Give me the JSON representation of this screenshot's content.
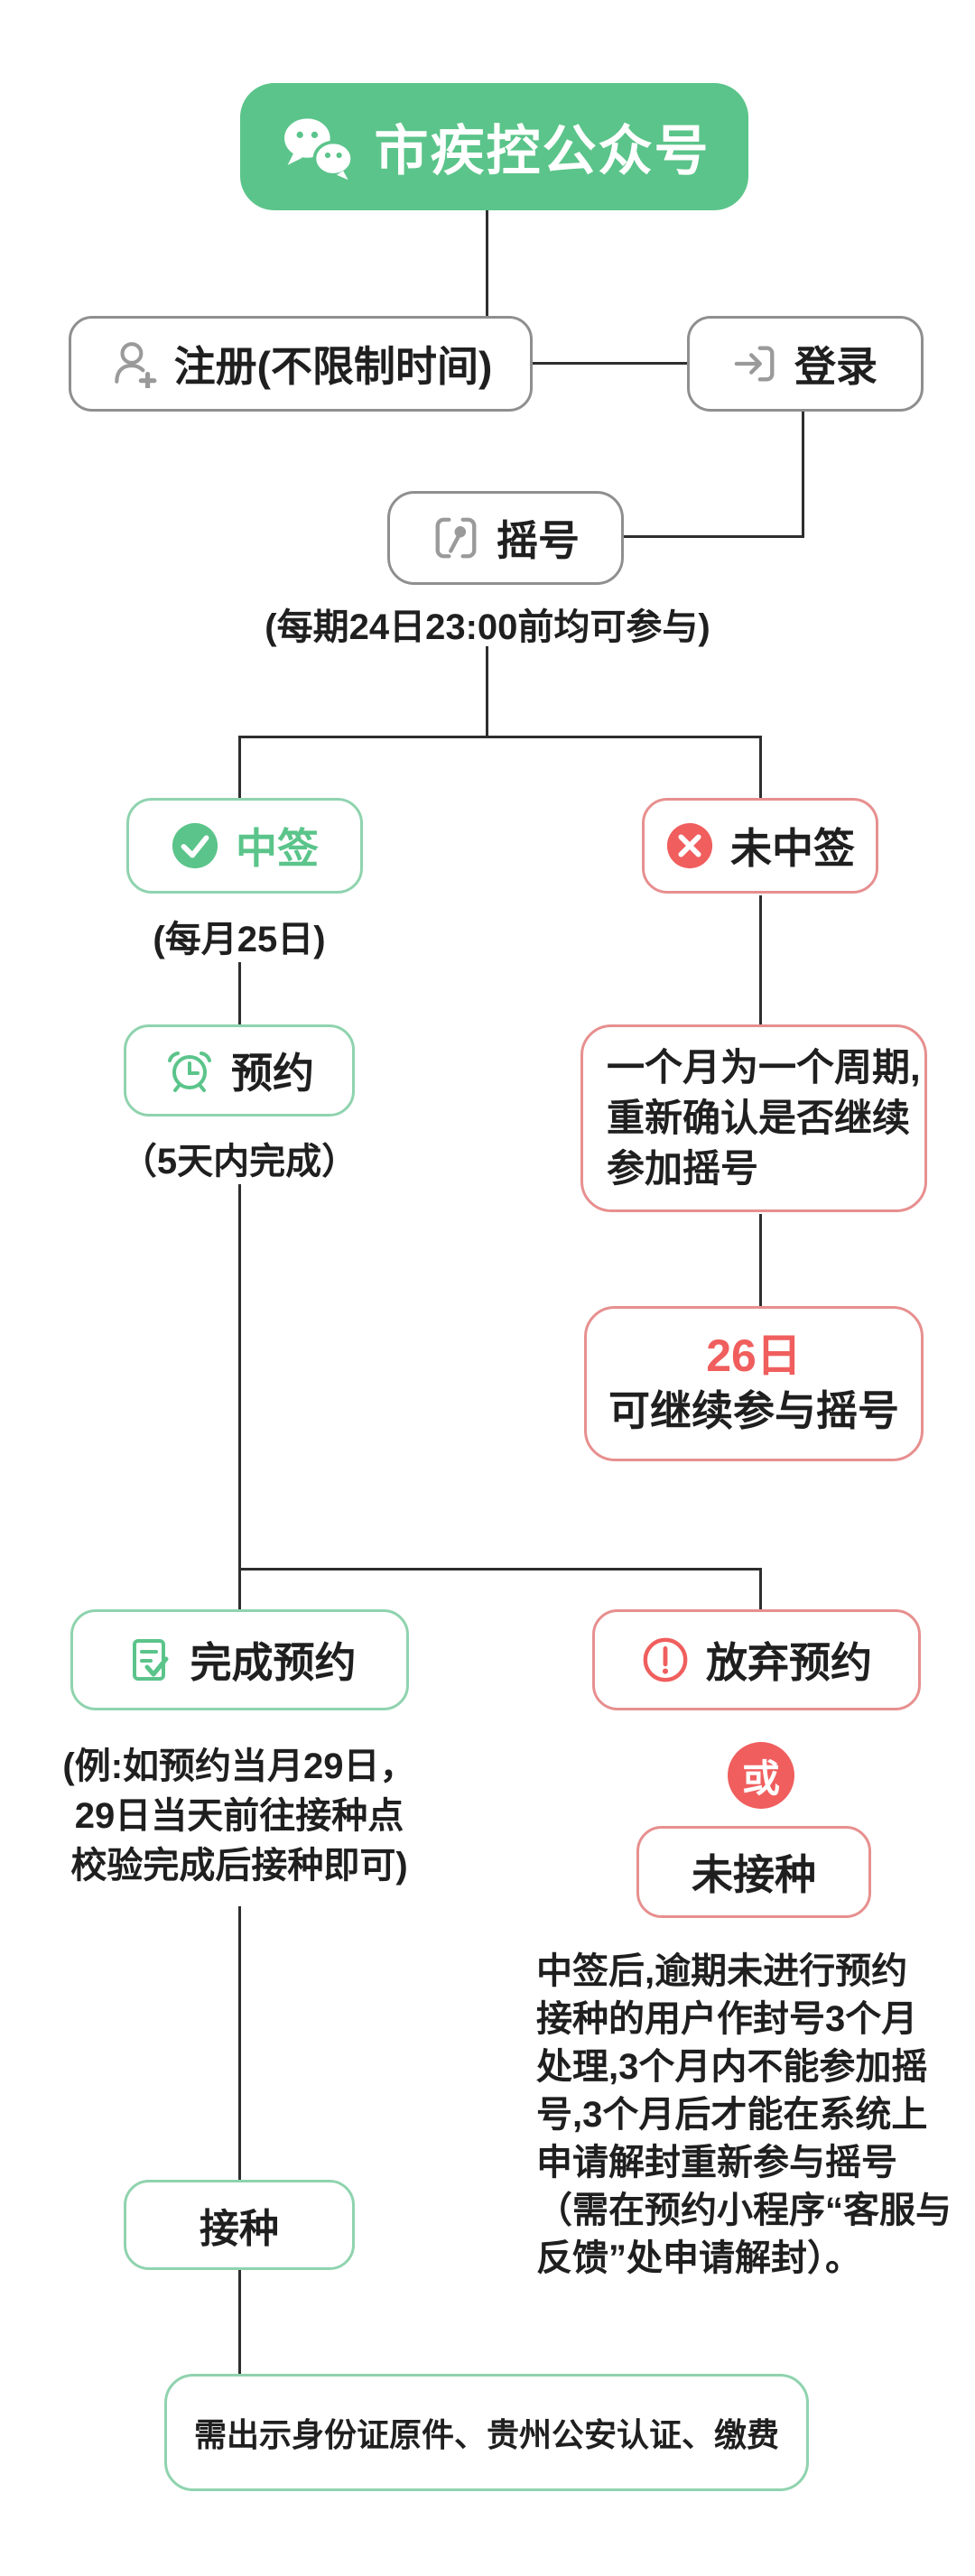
{
  "colors": {
    "green": "#5bc48a",
    "green-border": "#8fd3ae",
    "red": "#f05e5e",
    "red-border": "#e78f8f",
    "gray-border": "#8f8f8f",
    "gray-icon": "#9a9a9a",
    "ink": "#1f1f1f",
    "line": "#2e2e2e",
    "bg": "#ffffff"
  },
  "header": {
    "label": "市疾控公众号",
    "icon": "wechat-icon"
  },
  "nodes": {
    "register": {
      "label": "注册(不限制时间)",
      "icon": "user-plus-icon"
    },
    "login": {
      "label": "登录",
      "icon": "login-arrow-icon"
    },
    "lottery": {
      "label": "摇号",
      "icon": "lottery-pin-icon",
      "caption": "(每期24日23:00前均可参与)"
    },
    "win": {
      "label": "中签",
      "icon": "check-circle-icon",
      "caption": "(每月25日)"
    },
    "lose": {
      "label": "未中签",
      "icon": "x-circle-icon"
    },
    "reserve": {
      "label": "预约",
      "icon": "alarm-clock-icon",
      "caption": "（5天内完成）"
    },
    "cycle_note": {
      "text": "一个月为一个周期,\n重新确认是否继续\n参加摇号"
    },
    "day26": {
      "highlight": "26日",
      "label": "可继续参与摇号"
    },
    "complete": {
      "label": "完成预约",
      "icon": "doc-check-icon",
      "caption": "(例:如预约当月29日，\n29日当天前往接种点\n校验完成后接种即可)"
    },
    "abandon": {
      "label": "放弃预约",
      "icon": "exclamation-circle-icon"
    },
    "or_badge": {
      "label": "或"
    },
    "not_vaccinated": {
      "label": "未接种"
    },
    "penalty_note": {
      "text": "中签后,逾期未进行预约\n接种的用户作封号3个月\n处理,3个月内不能参加摇\n号,3个月后才能在系统上\n申请解封重新参与摇号\n（需在预约小程序“客服与\n反馈”处申请解封）。"
    },
    "vaccinate": {
      "label": "接种"
    },
    "requirement": {
      "label": "需出示身份证原件、贵州公安认证、缴费"
    }
  }
}
